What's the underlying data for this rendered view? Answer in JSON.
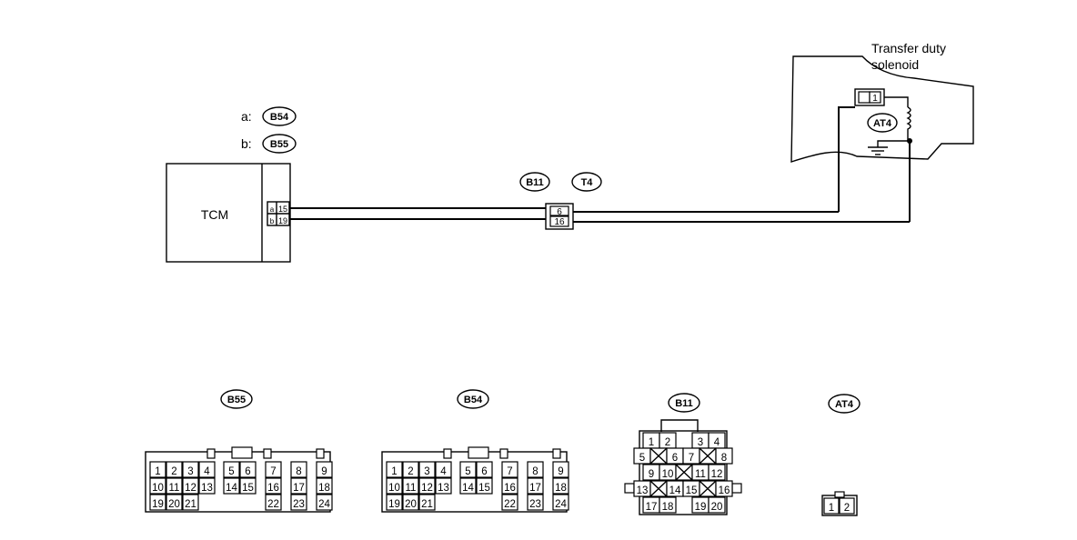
{
  "labels": {
    "tcm": "TCM",
    "solenoid_line1": "Transfer duty",
    "solenoid_line2": "solenoid",
    "a_prefix": "a:",
    "b_prefix": "b:"
  },
  "connectors": {
    "a": "B54",
    "b": "B55",
    "junction_left": "B11",
    "junction_right": "T4",
    "solenoid": "AT4"
  },
  "tcm_pins": {
    "top": {
      "side": "a",
      "pin": "15"
    },
    "bottom": {
      "side": "b",
      "pin": "19"
    }
  },
  "junction_pins": [
    "6",
    "16"
  ],
  "solenoid_pin": "1",
  "faces": {
    "b55": {
      "label": "B55",
      "row1": [
        "1",
        "2",
        "3",
        "4",
        "",
        "5",
        "6",
        "",
        "7",
        "",
        "8",
        "",
        "9"
      ],
      "row2": [
        "10",
        "11",
        "12",
        "13",
        "",
        "14",
        "15",
        "",
        "16",
        "",
        "17",
        "",
        "18"
      ],
      "row3": [
        "19",
        "20",
        "21",
        "",
        "",
        "",
        "",
        "",
        "22",
        "",
        "23",
        "",
        "24"
      ]
    },
    "b54": {
      "label": "B54",
      "row1": [
        "1",
        "2",
        "3",
        "4",
        "",
        "5",
        "6",
        "",
        "7",
        "",
        "8",
        "",
        "9"
      ],
      "row2": [
        "10",
        "11",
        "12",
        "13",
        "",
        "14",
        "15",
        "",
        "16",
        "",
        "17",
        "",
        "18"
      ],
      "row3": [
        "19",
        "20",
        "21",
        "",
        "",
        "",
        "",
        "",
        "22",
        "",
        "23",
        "",
        "24"
      ]
    },
    "b11": {
      "label": "B11",
      "row1": [
        "1",
        "2",
        "3",
        "4"
      ],
      "row2": [
        "5",
        "6",
        "7",
        "8"
      ],
      "row3": [
        "9",
        "10",
        "11",
        "12"
      ],
      "row4": [
        "13",
        "14",
        "15",
        "16"
      ],
      "row5": [
        "17",
        "18",
        "19",
        "20"
      ]
    },
    "at4": {
      "label": "AT4",
      "pins": [
        "1",
        "2"
      ]
    }
  }
}
